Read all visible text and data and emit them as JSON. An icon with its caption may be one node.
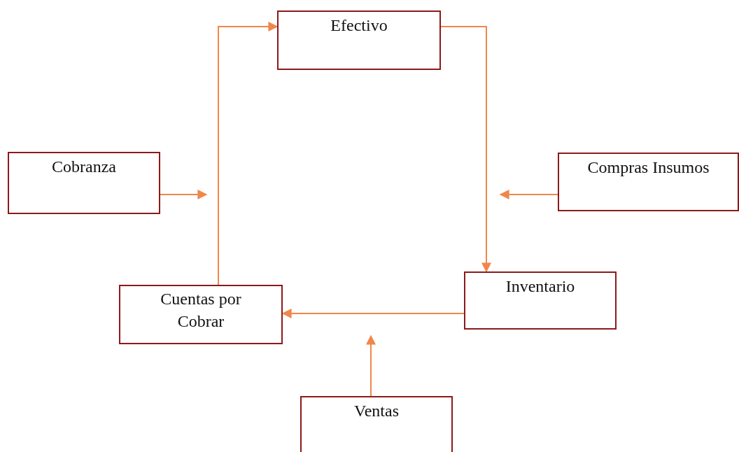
{
  "diagram": {
    "nodes": [
      {
        "text": [
          "Efectivo"
        ]
      },
      {
        "text": [
          "Cobranza"
        ]
      },
      {
        "text": [
          "Compras Insumos"
        ]
      },
      {
        "text": [
          "Cuentas por Cobrar"
        ]
      },
      {
        "text": [
          "Inventario"
        ]
      },
      {
        "text": [
          "Ventas"
        ]
      }
    ],
    "edges": [
      {
        "from": 3,
        "to": 0,
        "arrow": "to"
      },
      {
        "from": 0,
        "to": 4,
        "arrow": "to"
      },
      {
        "from": 1,
        "to": null,
        "arrow": "to"
      },
      {
        "from": 2,
        "to": null,
        "arrow": "to"
      },
      {
        "from": 4,
        "to": 3,
        "arrow": "to"
      },
      {
        "from": 5,
        "to": null,
        "arrow": "to"
      }
    ]
  }
}
